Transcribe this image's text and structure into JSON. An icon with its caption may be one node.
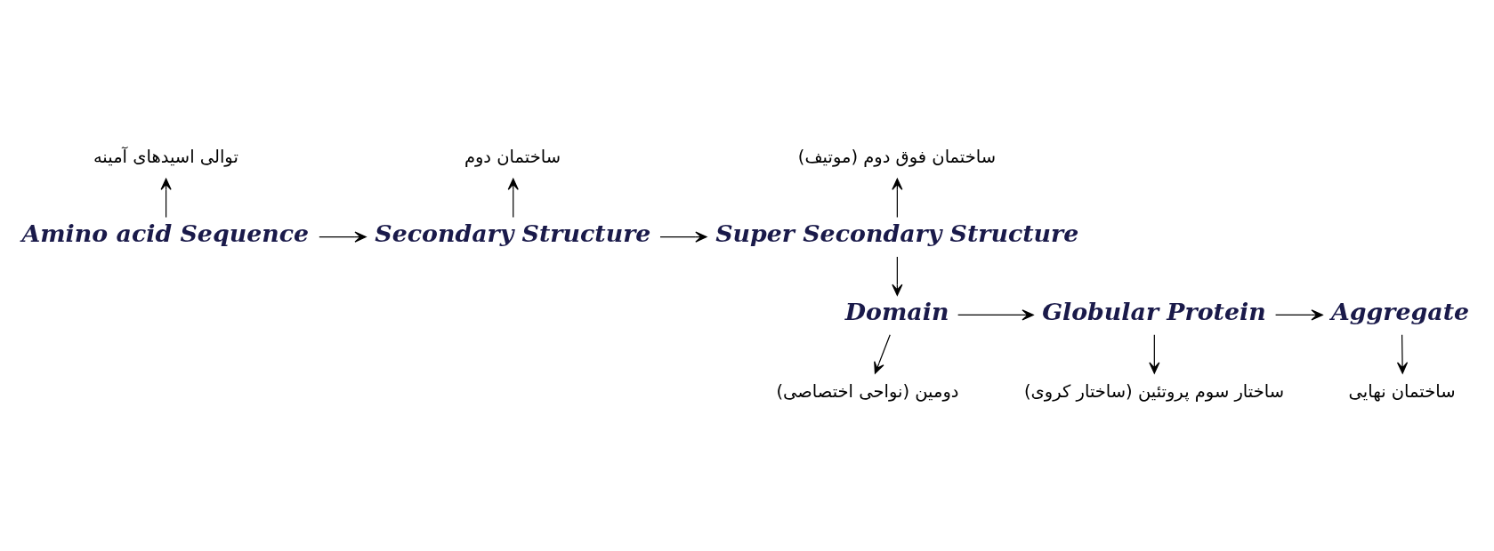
{
  "diagram": {
    "nodes": [
      {
        "text": [
          "Amino acid Sequence"
        ]
      },
      {
        "text": [
          "Secondary Structure"
        ]
      },
      {
        "text": [
          "Super Secondary Structure"
        ]
      },
      {
        "text": [
          "Domain"
        ]
      },
      {
        "text": [
          "Globular Protein"
        ]
      },
      {
        "text": [
          "Aggregate"
        ]
      },
      {
        "text": [
          "توالی اسیدهای آمینه"
        ]
      },
      {
        "text": [
          "ساختمان دوم"
        ]
      },
      {
        "text": [
          "ساختمان فوق دوم (موتیف)"
        ]
      },
      {
        "text": [
          "دومین (نواحی اختصاصی)"
        ]
      },
      {
        "text": [
          "ساختار سوم پروتئین (ساختار کروی)"
        ]
      },
      {
        "text": [
          "ساختمان نهایی"
        ]
      }
    ],
    "edges": [
      {
        "from": 0,
        "to": 1,
        "arrow": "to"
      },
      {
        "from": 1,
        "to": 2,
        "arrow": "to"
      },
      {
        "from": 2,
        "to": 3,
        "arrow": "to"
      },
      {
        "from": 3,
        "to": 4,
        "arrow": "to"
      },
      {
        "from": 4,
        "to": 5,
        "arrow": "to"
      },
      {
        "from": 0,
        "to": 6,
        "arrow": "to"
      },
      {
        "from": 1,
        "to": 7,
        "arrow": "to"
      },
      {
        "from": 2,
        "to": 8,
        "arrow": "to"
      },
      {
        "from": 3,
        "to": 9,
        "arrow": "to"
      },
      {
        "from": 4,
        "to": 10,
        "arrow": "to"
      },
      {
        "from": 5,
        "to": 11,
        "arrow": "to"
      }
    ]
  }
}
